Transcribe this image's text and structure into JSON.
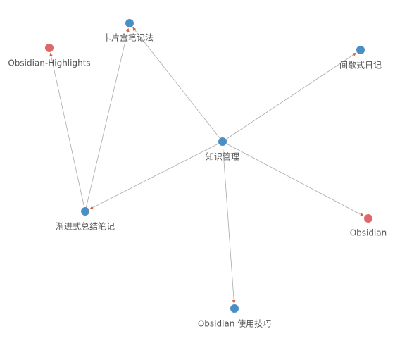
{
  "colors": {
    "note": "#4a8fc4",
    "external": "#e0676b",
    "edge": "#a9a9a9",
    "arrow": "#d9603b",
    "label": "#555555"
  },
  "nodes": [
    {
      "id": "knowledge",
      "label": "知识管理",
      "type": "note"
    },
    {
      "id": "card",
      "label": "卡片盒笔记法",
      "type": "note"
    },
    {
      "id": "highlights",
      "label": "Obsidian-Highlights",
      "type": "external"
    },
    {
      "id": "diary",
      "label": "间歇式日记",
      "type": "note"
    },
    {
      "id": "progressive",
      "label": "渐进式总结笔记",
      "type": "note"
    },
    {
      "id": "obsidian",
      "label": "Obsidian",
      "type": "external"
    },
    {
      "id": "tips",
      "label": "Obsidian 使用技巧",
      "type": "note"
    }
  ],
  "edges": [
    {
      "from": "knowledge",
      "to": "card"
    },
    {
      "from": "knowledge",
      "to": "diary"
    },
    {
      "from": "knowledge",
      "to": "progressive"
    },
    {
      "from": "knowledge",
      "to": "obsidian"
    },
    {
      "from": "knowledge",
      "to": "tips"
    },
    {
      "from": "progressive",
      "to": "card"
    },
    {
      "from": "progressive",
      "to": "highlights"
    }
  ]
}
